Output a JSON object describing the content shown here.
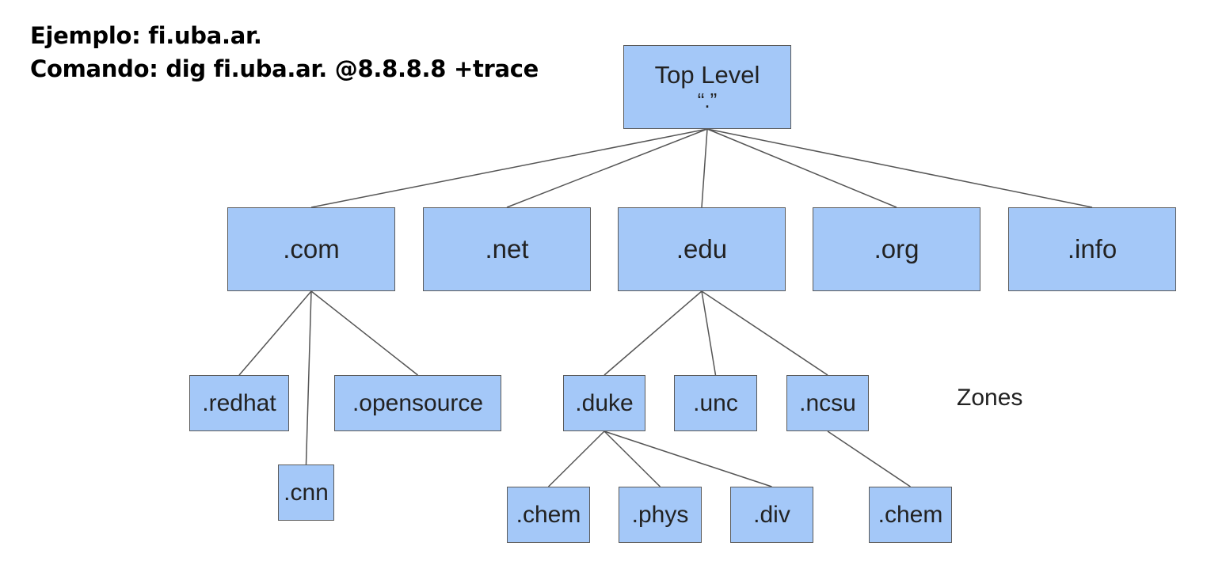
{
  "header": {
    "line1": "Ejemplo: fi.uba.ar.",
    "line2": "Comando: dig fi.uba.ar. @8.8.8.8 +trace"
  },
  "diagram": {
    "root": {
      "label": "Top Level",
      "sublabel": "“.”"
    },
    "tlds": [
      {
        "id": "com",
        "label": ".com"
      },
      {
        "id": "net",
        "label": ".net"
      },
      {
        "id": "edu",
        "label": ".edu"
      },
      {
        "id": "org",
        "label": ".org"
      },
      {
        "id": "info",
        "label": ".info"
      }
    ],
    "second_level": [
      {
        "id": "redhat",
        "label": ".redhat",
        "parent": "com"
      },
      {
        "id": "cnn",
        "label": ".cnn",
        "parent": "com"
      },
      {
        "id": "opensource",
        "label": ".opensource",
        "parent": "com"
      },
      {
        "id": "duke",
        "label": ".duke",
        "parent": "edu"
      },
      {
        "id": "unc",
        "label": ".unc",
        "parent": "edu"
      },
      {
        "id": "ncsu",
        "label": ".ncsu",
        "parent": "edu"
      }
    ],
    "third_level": [
      {
        "id": "duke-chem",
        "label": ".chem",
        "parent": "duke"
      },
      {
        "id": "duke-phys",
        "label": ".phys",
        "parent": "duke"
      },
      {
        "id": "duke-div",
        "label": ".div",
        "parent": "duke"
      },
      {
        "id": "ncsu-chem",
        "label": ".chem",
        "parent": "ncsu"
      }
    ],
    "zones_label": "Zones",
    "colors": {
      "node_fill": "#a4c8f8",
      "node_border": "#5a5a5a",
      "edge": "#555555"
    }
  }
}
